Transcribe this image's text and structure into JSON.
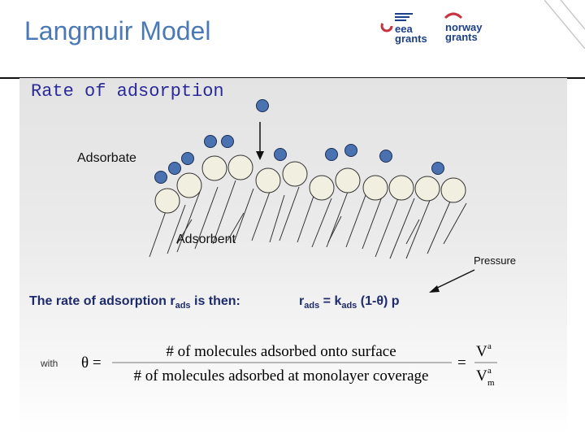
{
  "header": {
    "title": "Langmuir Model",
    "logos": {
      "eea_line1": "eea",
      "eea_line2": "grants",
      "norway_line1": "norway",
      "norway_line2": "grants"
    }
  },
  "subtitle": "Rate of adsorption",
  "diagram": {
    "adsorbate_label": "Adsorbate",
    "adsorbent_label": "Adsorbent",
    "pressure_label": "Pressure"
  },
  "rate": {
    "text_prefix": "The rate of adsorption r",
    "text_sub": "ads",
    "text_suffix": " is then:",
    "eq_r": "r",
    "eq_r_sub": "ads",
    "eq_mid": " = k",
    "eq_k_sub": "ads",
    "eq_rest": " (1-θ) p"
  },
  "equation": {
    "with_label": "with",
    "lhs": "θ =",
    "numerator": "# of molecules adsorbed onto surface",
    "denominator": "# of molecules adsorbed at monolayer coverage",
    "equals": "=",
    "v_top": "V",
    "v_top_sup": "a",
    "v_bot": "V",
    "v_bot_sub": "m",
    "v_bot_sup": "a"
  },
  "colors": {
    "title": "#4a79b6",
    "subtitle": "#2a2a9a",
    "adsorbate": "#4a72b0",
    "adsorbent": "#f1efdf",
    "eea": "#1c3f8a",
    "norway": "#c8313f"
  }
}
